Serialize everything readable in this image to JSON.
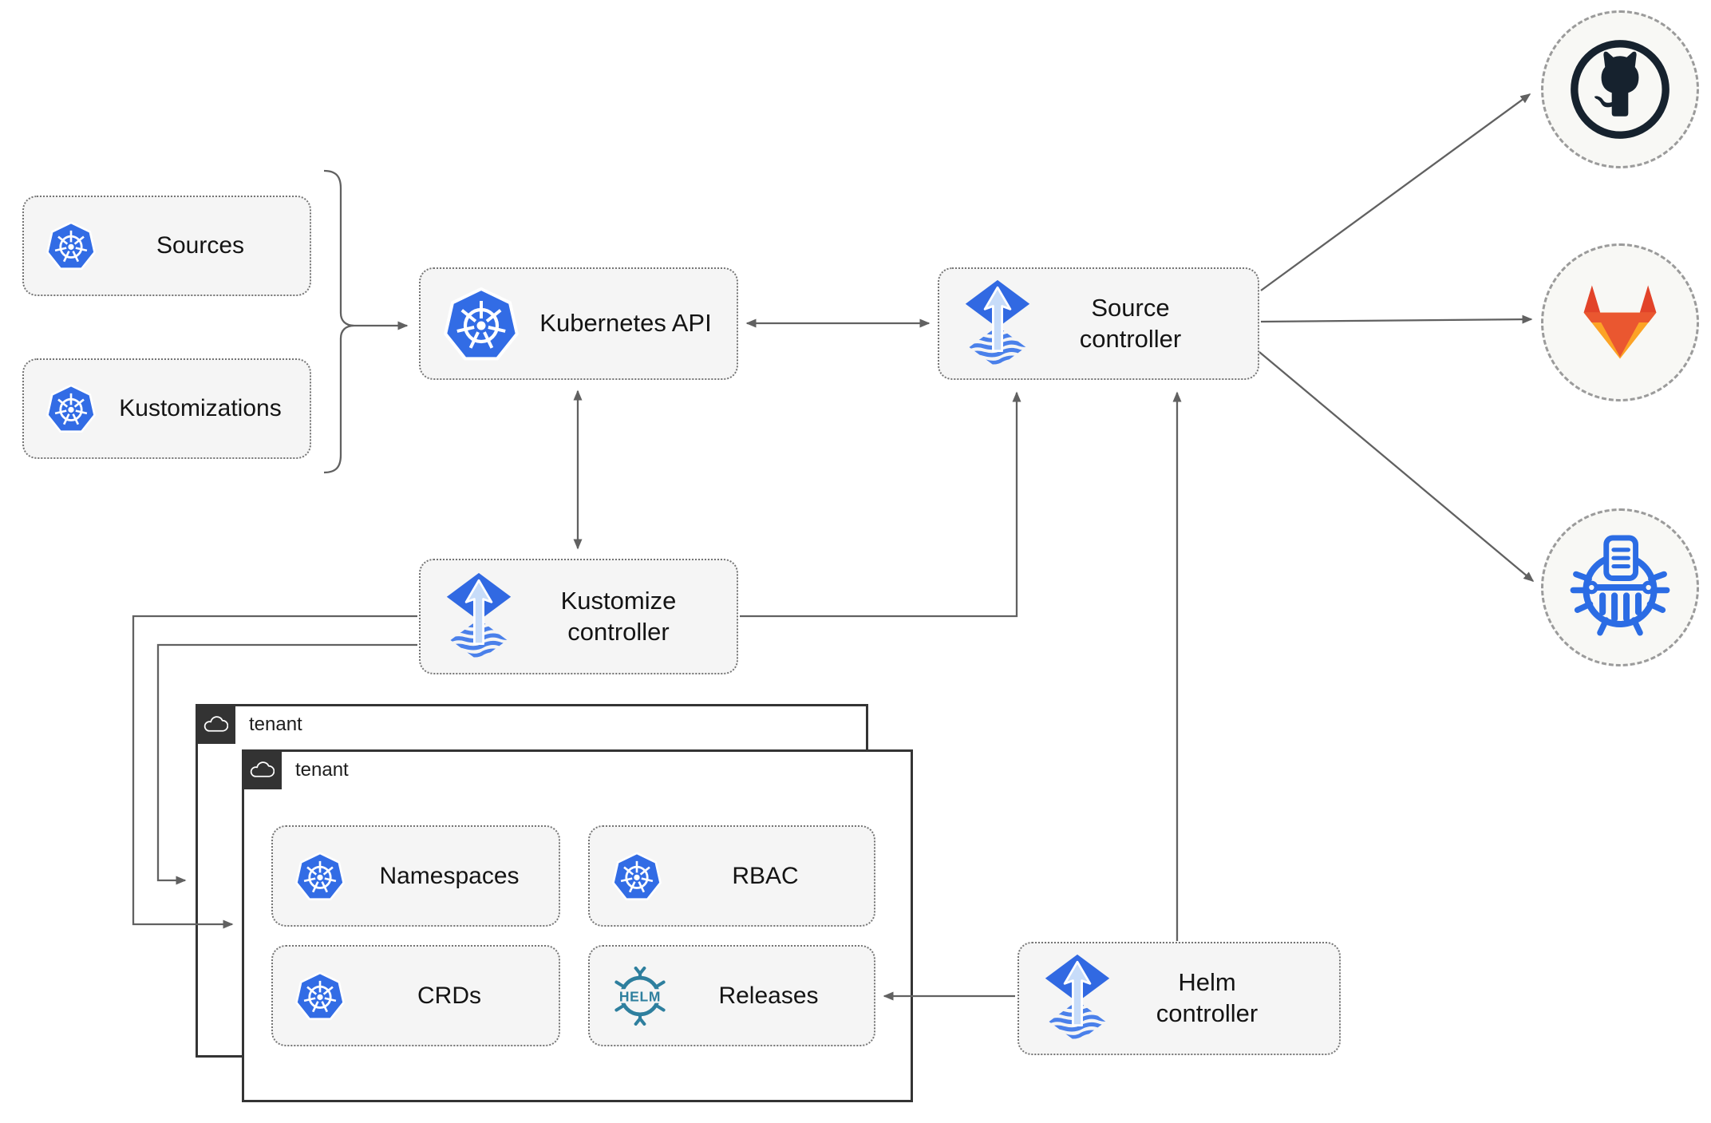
{
  "nodes": {
    "sources": {
      "label": "Sources",
      "icon": "kubernetes-icon"
    },
    "kustomizations": {
      "label": "Kustomizations",
      "icon": "kubernetes-icon"
    },
    "kubernetes_api": {
      "label": "Kubernetes API",
      "icon": "kubernetes-icon"
    },
    "source_controller": {
      "label": "Source controller",
      "icon": "flux-icon"
    },
    "kustomize_controller": {
      "label": "Kustomize controller",
      "icon": "flux-icon"
    },
    "helm_controller": {
      "label": "Helm controller",
      "icon": "flux-icon"
    },
    "namespaces": {
      "label": "Namespaces",
      "icon": "kubernetes-icon"
    },
    "rbac": {
      "label": "RBAC",
      "icon": "kubernetes-icon"
    },
    "crds": {
      "label": "CRDs",
      "icon": "kubernetes-icon"
    },
    "releases": {
      "label": "Releases",
      "icon": "helm-icon"
    }
  },
  "tenants": [
    {
      "label": "tenant"
    },
    {
      "label": "tenant"
    }
  ],
  "external_targets": [
    {
      "name": "github",
      "icon": "github-octocat-icon"
    },
    {
      "name": "gitlab",
      "icon": "gitlab-tanuki-icon"
    },
    {
      "name": "helm-repository",
      "icon": "chartmuseum-icon"
    }
  ],
  "colors": {
    "kubernetes_blue": "#326CE5",
    "flux_blue": "#3169e2",
    "flux_light": "#c7dcf9",
    "helm_teal": "#2e7f9e",
    "gitlab_red": "#e24329",
    "gitlab_orange": "#ea5730",
    "gitlab_yellow": "#fca326",
    "github_dark": "#16222e",
    "chartmuseum_blue": "#2b6ce4",
    "connector_gray": "#616161",
    "node_fill": "#f5f5f5",
    "tenant_tab": "#333333"
  }
}
